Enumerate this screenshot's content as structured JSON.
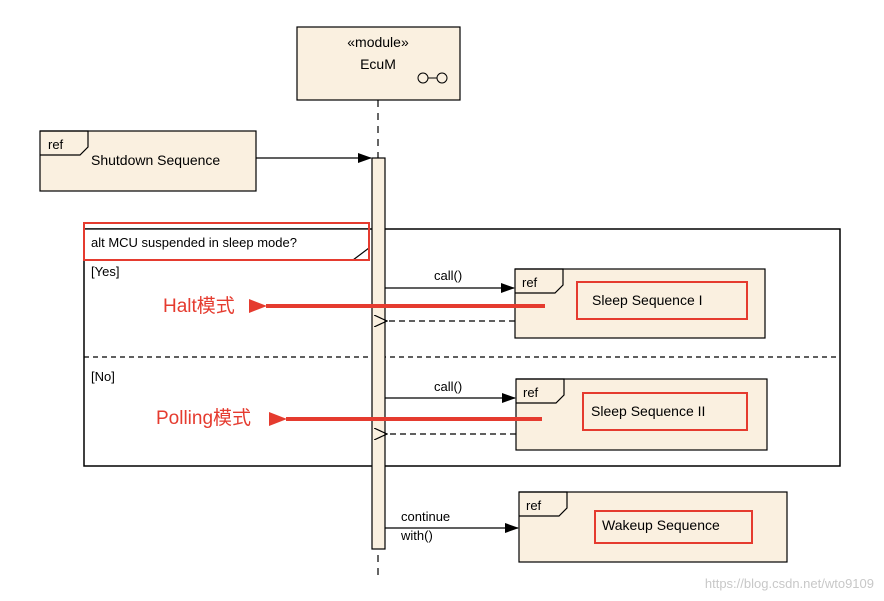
{
  "lifeline": {
    "stereotype": "«module»",
    "name": "EcuM"
  },
  "ref_label": "ref",
  "refs": {
    "shutdown": "Shutdown Sequence",
    "sleep1": "Sleep Sequence I",
    "sleep2": "Sleep Sequence II",
    "wakeup": "Wakeup Sequence"
  },
  "alt": {
    "condition": "alt MCU suspended in sleep mode?",
    "guard_yes": "[Yes]",
    "guard_no": "[No]"
  },
  "messages": {
    "call1": "call()",
    "call2": "call()",
    "continue_line1": "continue",
    "continue_line2": "with()"
  },
  "annotations": {
    "halt": "Halt模式",
    "polling": "Polling模式"
  },
  "watermark": "https://blog.csdn.net/wto9109",
  "colors": {
    "box_fill": "#faf0e0",
    "highlight": "#e53b2f",
    "line": "#000000"
  }
}
